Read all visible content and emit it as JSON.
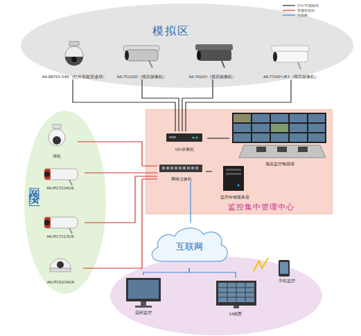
{
  "diagram": {
    "nodes": [
      {
        "text": [
          "模拟区"
        ]
      },
      {
        "text": [
          "AK-8B7KS-548（红外智能变速球）"
        ],
        "in": 0
      },
      {
        "text": [
          "AK-7510SD（模拟摄像机）"
        ],
        "in": 0
      },
      {
        "text": [
          "AK-7820H（模拟摄像机）"
        ],
        "in": 0
      },
      {
        "text": [
          "AK-7700H-IR3（模拟摄像机）"
        ],
        "in": 0
      },
      {
        "text": [
          "网络区"
        ]
      },
      {
        "text": [
          "球机"
        ],
        "in": 5
      },
      {
        "text": [
          "AK-IPC7234OK"
        ],
        "in": 5
      },
      {
        "text": [
          "AK-IPC7213OK"
        ],
        "in": 5
      },
      {
        "text": [
          "AK-IPC6234OK"
        ],
        "in": 5
      },
      {
        "text": [
          "监控集中管理中心"
        ]
      },
      {
        "text": [
          "SDI录像机"
        ],
        "in": 10
      },
      {
        "text": [
          "网络交换机"
        ],
        "in": 10
      },
      {
        "text": [
          "液晶监控电视墙"
        ],
        "in": 10
      },
      {
        "text": [
          "监控存储服务器"
        ],
        "in": 10
      },
      {
        "text": [
          "互联网"
        ]
      },
      {
        "text": [
          "远程监控"
        ]
      },
      {
        "text": [
          "16画面"
        ]
      },
      {
        "text": [
          "手机监控"
        ]
      }
    ],
    "edges": [
      {
        "from": 1,
        "to": 11,
        "arrow": "none"
      },
      {
        "from": 2,
        "to": 11,
        "arrow": "none"
      },
      {
        "from": 3,
        "to": 11,
        "arrow": "none"
      },
      {
        "from": 4,
        "to": 11,
        "arrow": "none"
      },
      {
        "from": 6,
        "to": 12,
        "arrow": "none"
      },
      {
        "from": 7,
        "to": 12,
        "arrow": "none"
      },
      {
        "from": 8,
        "to": 12,
        "arrow": "none"
      },
      {
        "from": 9,
        "to": 12,
        "arrow": "none"
      },
      {
        "from": 12,
        "to": 14,
        "arrow": "none"
      },
      {
        "from": 11,
        "to": 13,
        "arrow": "none"
      },
      {
        "from": 12,
        "to": 15,
        "arrow": "none"
      },
      {
        "from": 15,
        "to": 16,
        "arrow": "none"
      },
      {
        "from": 15,
        "to": 17,
        "arrow": "none"
      }
    ],
    "legend": [
      {
        "text": "SYV75视频线"
      },
      {
        "text": "普通双绞线"
      },
      {
        "text": "互联网"
      }
    ]
  }
}
